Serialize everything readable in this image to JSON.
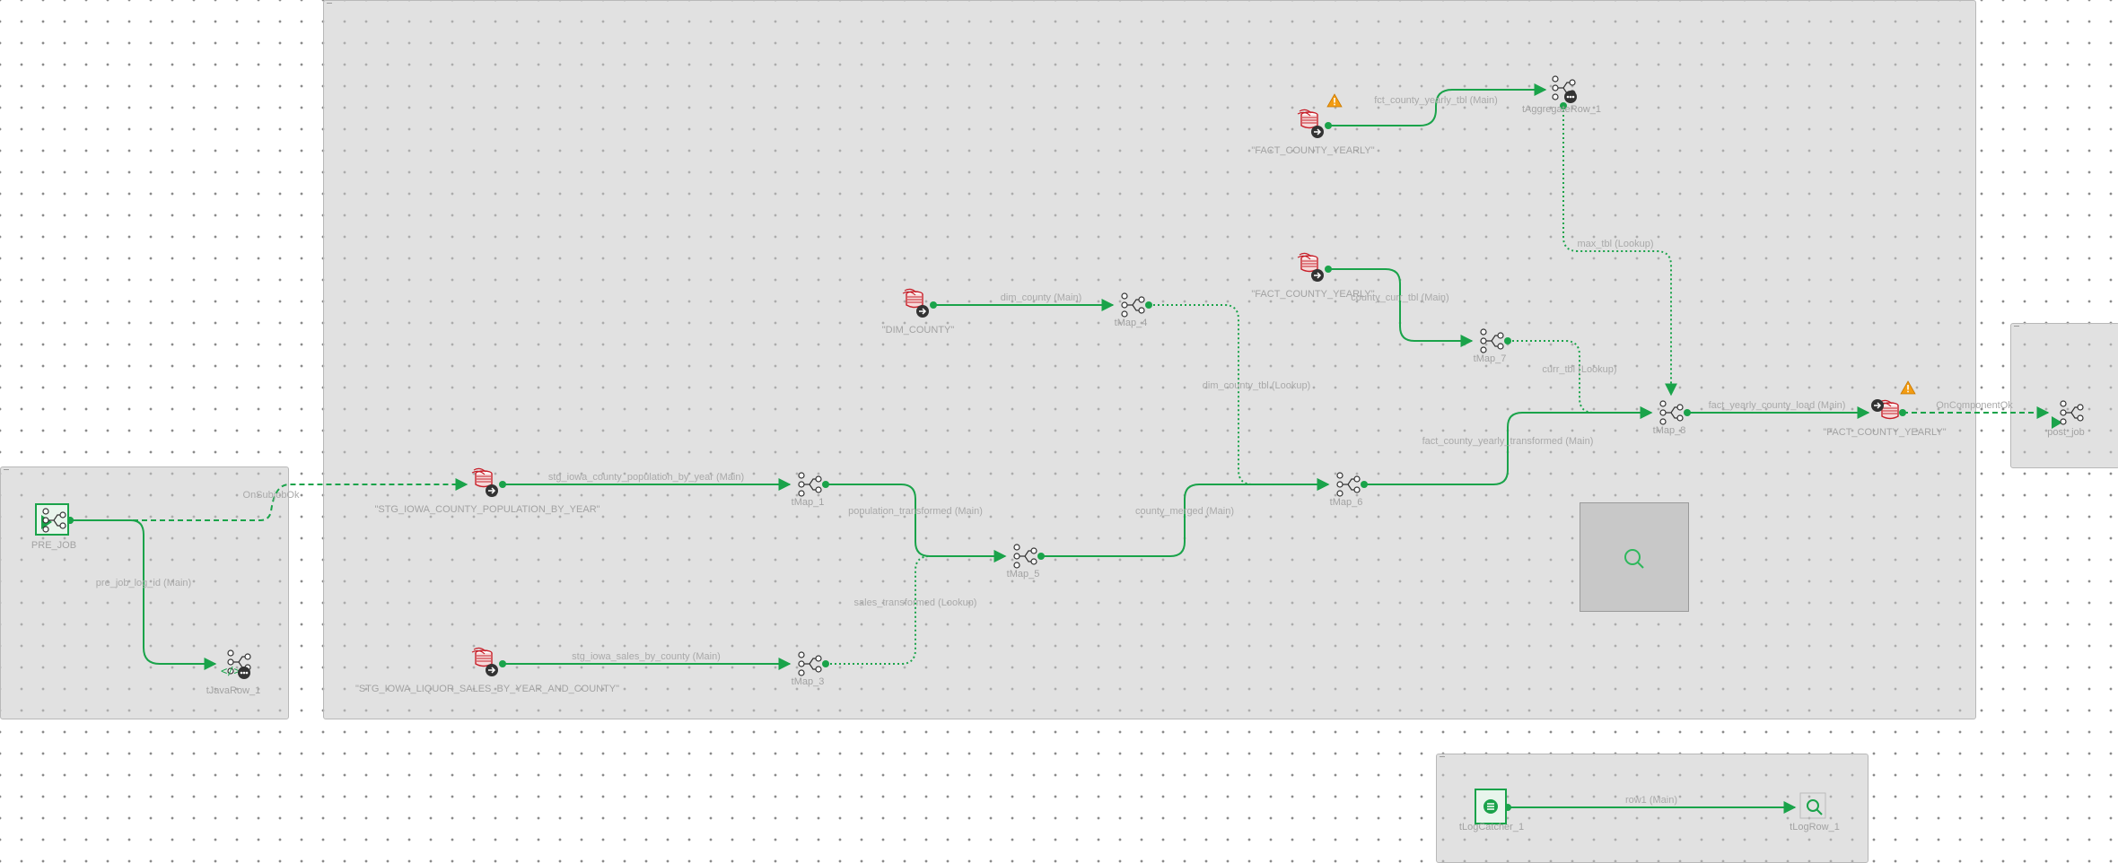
{
  "nodes": [
    {
      "key": "prejob",
      "label": "PRE_JOB",
      "icon": "prejob"
    },
    {
      "key": "javarow",
      "label": "tJavaRow_1",
      "icon": "javarow"
    },
    {
      "key": "stgpop",
      "label": "\"STG_IOWA_COUNTY_POPULATION_BY_YEAR\"",
      "icon": "dbin"
    },
    {
      "key": "stgsales",
      "label": "\"STG_IOWA_LIQUOR_SALES_BY_YEAR_AND_COUNTY\"",
      "icon": "dbin"
    },
    {
      "key": "dimcounty",
      "label": "\"DIM_COUNTY\"",
      "icon": "dbin"
    },
    {
      "key": "factin1",
      "label": "\"FACT_COUNTY_YEARLY\"",
      "icon": "dbin"
    },
    {
      "key": "factin2",
      "label": "\"FACT_COUNTY_YEARLY\"",
      "icon": "dbin"
    },
    {
      "key": "tmap1",
      "label": "tMap_1",
      "icon": "tmap"
    },
    {
      "key": "tmap3",
      "label": "tMap_3",
      "icon": "tmap"
    },
    {
      "key": "tmap4",
      "label": "tMap_4",
      "icon": "tmap"
    },
    {
      "key": "tmap5",
      "label": "tMap_5",
      "icon": "tmap"
    },
    {
      "key": "tmap6",
      "label": "tMap_6",
      "icon": "tmap"
    },
    {
      "key": "tmap7",
      "label": "tMap_7",
      "icon": "tmap"
    },
    {
      "key": "tmap8",
      "label": "tMap_8",
      "icon": "tmap"
    },
    {
      "key": "tagg",
      "label": "tAggregateRow_1",
      "icon": "aggregate"
    },
    {
      "key": "factout",
      "label": "\"FACT_COUNTY_YEARLY\"",
      "icon": "dbout"
    },
    {
      "key": "postjob",
      "label": "post_job",
      "icon": "postjob"
    },
    {
      "key": "logcatcher",
      "label": "tLogCatcher_1",
      "icon": "logcatcher"
    },
    {
      "key": "logrow",
      "label": "tLogRow_1",
      "icon": "logrow"
    }
  ],
  "edges": [
    {
      "key": "e_ok",
      "label": "OnSubjobOk",
      "style": "trigger"
    },
    {
      "key": "e_prejob",
      "label": "pre_job_log_id (Main)",
      "style": "main"
    },
    {
      "key": "e_pop",
      "label": "stg_iowa_county_population_by_year (Main)",
      "style": "main"
    },
    {
      "key": "e_sales",
      "label": "stg_iowa_sales_by_county (Main)",
      "style": "main"
    },
    {
      "key": "e_poptr",
      "label": "population_transformed (Main)",
      "style": "main"
    },
    {
      "key": "e_salestr",
      "label": "sales_transformed (Lookup)",
      "style": "lookup"
    },
    {
      "key": "e_merged",
      "label": "county_merged (Main)",
      "style": "main"
    },
    {
      "key": "e_dim",
      "label": "dim_county (Main)",
      "style": "main"
    },
    {
      "key": "e_dimtbl",
      "label": "dim_county_tbl (Lookup)",
      "style": "lookup"
    },
    {
      "key": "e_fct",
      "label": "fct_county_yearly_tbl (Main)",
      "style": "main"
    },
    {
      "key": "e_max",
      "label": "max_tbl (Lookup)",
      "style": "lookup"
    },
    {
      "key": "e_curr",
      "label": "county_curr_tbl (Main)",
      "style": "main"
    },
    {
      "key": "e_currtbl",
      "label": "curr_tbl (Lookup)",
      "style": "lookup"
    },
    {
      "key": "e_fcttr",
      "label": "fact_county_yearly_transformed (Main)",
      "style": "main"
    },
    {
      "key": "e_load",
      "label": "fact_yearly_county_load (Main)",
      "style": "main"
    },
    {
      "key": "e_oncomp",
      "label": "OnComponentOk",
      "style": "trigger"
    },
    {
      "key": "e_row1",
      "label": "row1 (Main)",
      "style": "main"
    }
  ],
  "colors": {
    "link": "#1aa34a",
    "db": "#c8202a",
    "label": "#a2a2a2",
    "warning": "#f39c12"
  },
  "warnings": [
    "factin1",
    "factout"
  ]
}
